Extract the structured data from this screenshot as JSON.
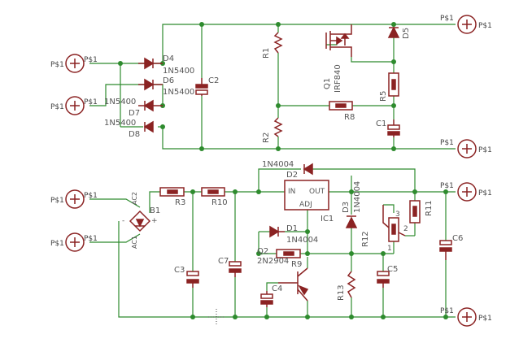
{
  "colors": {
    "wire": "#2e8b2e",
    "component": "#8b2323",
    "junction": "#2e8b2e",
    "text": "#555555",
    "background": "#ffffff"
  },
  "ports": {
    "p1": "P$1",
    "p2": "P$1",
    "p3": "P$1",
    "p4": "P$1",
    "p5": "P$1",
    "p6": "P$1",
    "p7": "P$1",
    "p8": "P$1",
    "p9": "P$1",
    "p10": "P$1"
  },
  "components": {
    "d4": {
      "name": "D4",
      "value": "1N5400"
    },
    "d6": {
      "name": "D6",
      "value": "1N5400"
    },
    "d7": {
      "name": "D7",
      "value": "1N5400"
    },
    "d8": {
      "name": "D8",
      "value": "1N5400"
    },
    "c2": {
      "name": "C2"
    },
    "r1": {
      "name": "R1"
    },
    "r2": {
      "name": "R2"
    },
    "q1": {
      "name": "Q1",
      "value": "IRF840"
    },
    "d5": {
      "name": "D5"
    },
    "r5": {
      "name": "R5"
    },
    "r8": {
      "name": "R8"
    },
    "c1": {
      "name": "C1"
    },
    "d2": {
      "name": "D2",
      "value": "1N4004"
    },
    "ic1": {
      "name": "IC1",
      "pin_in": "IN",
      "pin_out": "OUT",
      "pin_adj": "ADJ"
    },
    "b1": {
      "name": "B1",
      "ac1": "AC1",
      "ac2": "AC2",
      "plus": "+",
      "minus": "-"
    },
    "r3": {
      "name": "R3"
    },
    "r10": {
      "name": "R10"
    },
    "c3": {
      "name": "C3"
    },
    "c7": {
      "name": "C7"
    },
    "d1": {
      "name": "D1",
      "value": "1N4004"
    },
    "q2": {
      "name": "Q2",
      "value": "2N2904"
    },
    "r9": {
      "name": "R9"
    },
    "c4": {
      "name": "C4"
    },
    "d3": {
      "name": "D3",
      "value": "1N4004"
    },
    "r12": {
      "name": "R12",
      "pin1": "1",
      "pin2": "2",
      "pin3": "3"
    },
    "r13": {
      "name": "R13"
    },
    "c5": {
      "name": "C5"
    },
    "r11": {
      "name": "R11"
    },
    "c6": {
      "name": "C6"
    }
  }
}
